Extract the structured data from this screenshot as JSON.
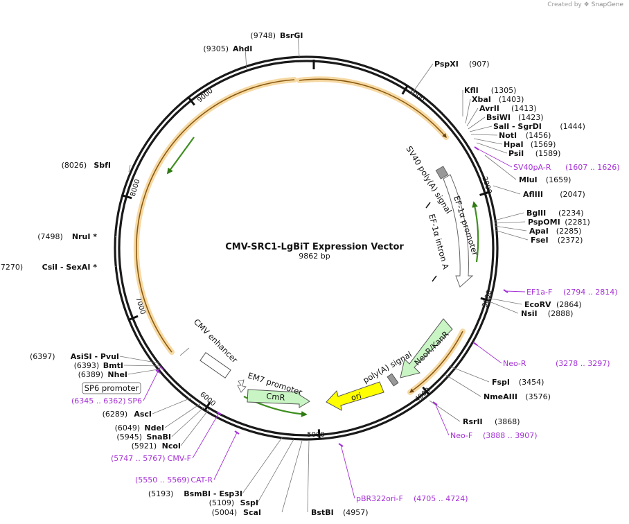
{
  "header": {
    "credit_prefix": "Created by",
    "brand": "SnapGene"
  },
  "plasmid": {
    "name": "CMV-SRC1-LgBiT Expression Vector",
    "size_label": "9862 bp",
    "length": 9862
  },
  "ticks": [
    "1000",
    "2000",
    "3000",
    "4000",
    "5000",
    "6000",
    "7000",
    "8000",
    "9000"
  ],
  "sites": [
    {
      "name": "BsrGI",
      "pos": "(9748)"
    },
    {
      "name": "AhdI",
      "pos": "(9305)"
    },
    {
      "name": "PspXI",
      "pos": "(907)"
    },
    {
      "name": "KflI",
      "pos": "(1305)"
    },
    {
      "name": "XbaI",
      "pos": "(1403)"
    },
    {
      "name": "AvrII",
      "pos": "(1413)"
    },
    {
      "name": "BsiWI",
      "pos": "(1423)"
    },
    {
      "name": "SalI - SgrDI",
      "pos": "(1444)"
    },
    {
      "name": "NotI",
      "pos": "(1456)"
    },
    {
      "name": "HpaI",
      "pos": "(1569)"
    },
    {
      "name": "PsiI",
      "pos": "(1589)"
    },
    {
      "name": "MluI",
      "pos": "(1659)"
    },
    {
      "name": "AflIII",
      "pos": "(2047)"
    },
    {
      "name": "BglII",
      "pos": "(2234)"
    },
    {
      "name": "PspOMI",
      "pos": "(2281)"
    },
    {
      "name": "ApaI",
      "pos": "(2285)"
    },
    {
      "name": "FseI",
      "pos": "(2372)"
    },
    {
      "name": "EcoRV",
      "pos": "(2864)"
    },
    {
      "name": "NsiI",
      "pos": "(2888)"
    },
    {
      "name": "FspI",
      "pos": "(3454)"
    },
    {
      "name": "NmeAIII",
      "pos": "(3576)"
    },
    {
      "name": "RsrII",
      "pos": "(3868)"
    },
    {
      "name": "BstBI",
      "pos": "(4957)"
    },
    {
      "name": "ScaI",
      "pos": "(5004)"
    },
    {
      "name": "SspI",
      "pos": "(5109)"
    },
    {
      "name": "BsmBI - Esp3I",
      "pos": "(5193)"
    },
    {
      "name": "NcoI",
      "pos": "(5921)"
    },
    {
      "name": "SnaBI",
      "pos": "(5945)"
    },
    {
      "name": "NdeI",
      "pos": "(6049)"
    },
    {
      "name": "AscI",
      "pos": "(6289)"
    },
    {
      "name": "NheI",
      "pos": "(6389)"
    },
    {
      "name": "BmtI",
      "pos": "(6393)"
    },
    {
      "name": "AsiSI - PvuI",
      "pos": "(6397)"
    },
    {
      "name": "CsiI - SexAI *",
      "pos": "(7270)"
    },
    {
      "name": "NruI *",
      "pos": "(7498)"
    },
    {
      "name": "SbfI",
      "pos": "(8026)"
    }
  ],
  "primers": [
    {
      "name": "SV40pA-R",
      "range": "(1607 .. 1626)"
    },
    {
      "name": "EF1a-F",
      "range": "(2794 .. 2814)"
    },
    {
      "name": "Neo-R",
      "range": "(3278 .. 3297)"
    },
    {
      "name": "Neo-F",
      "range": "(3888 .. 3907)"
    },
    {
      "name": "pBR322ori-F",
      "range": "(4705 .. 4724)"
    },
    {
      "name": "CAT-R",
      "range": "(5550 .. 5569)"
    },
    {
      "name": "CMV-F",
      "range": "(5747 .. 5767)"
    },
    {
      "name": "SP6",
      "range": "(6345 .. 6362)"
    }
  ],
  "features": {
    "sv40": "SV40 poly(A) signal",
    "ef1a_promoter": "EF-1α promoter",
    "ef1a_intron": "EF-1α intron A",
    "neo": "NeoR/KanR",
    "polya": "poly(A) signal",
    "ori": "ori",
    "em7": "EM7 promoter",
    "cmr": "CmR",
    "cmv": "CMV enhancer",
    "sp6_promoter": "SP6 promoter"
  },
  "colors": {
    "backbone": "#1a1a1a",
    "orf_fill": "#f6d9a3",
    "orf_arrow": "#8a5a12",
    "green_arrow": "#3e8e1f",
    "marker_fill": "#c8f5c3",
    "ori_fill": "#ffff00",
    "primer": "#a531d6",
    "terminator": "#999999"
  }
}
